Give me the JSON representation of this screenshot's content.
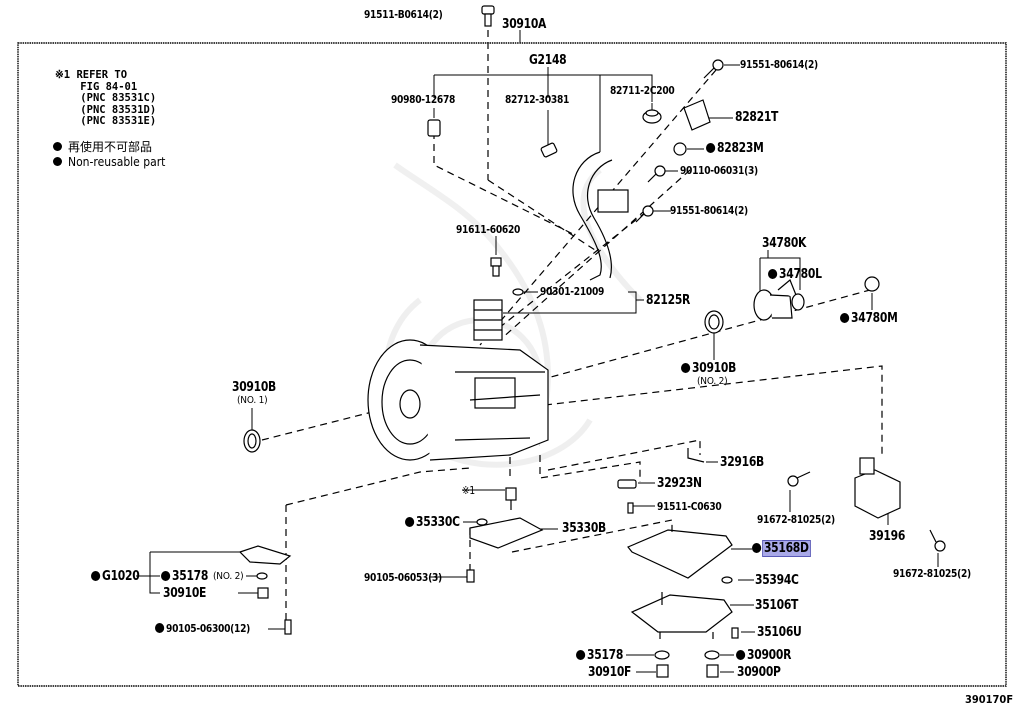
{
  "diagram": {
    "figure_id": "390170F",
    "highlight_color": "#a9a9e8",
    "note": {
      "marker": "※1",
      "lines": [
        "REFER TO",
        "FIG 84-01",
        "(PNC 83531C)",
        "(PNC 83531D)",
        "(PNC 83531E)"
      ]
    },
    "legend": {
      "items": [
        {
          "icon": "filled-circle",
          "text": "再使用不可部品"
        },
        {
          "icon": "filled-circle",
          "text": "Non-reusable part"
        }
      ]
    },
    "parts": {
      "p91511_B0614": {
        "label": "91511-B0614(2)",
        "non_reusable": false
      },
      "p30910A": {
        "label": "30910A",
        "non_reusable": false
      },
      "pG2148": {
        "label": "G2148",
        "non_reusable": false
      },
      "p90980_12678": {
        "label": "90980-12678",
        "non_reusable": false
      },
      "p82712_30381": {
        "label": "82712-30381",
        "non_reusable": false
      },
      "p82711_2C200": {
        "label": "82711-2C200",
        "non_reusable": false
      },
      "p91551_80614_a": {
        "label": "91551-80614(2)",
        "non_reusable": false
      },
      "p82821T": {
        "label": "82821T",
        "non_reusable": false
      },
      "p82823M": {
        "label": "82823M",
        "non_reusable": true
      },
      "p90110_06031": {
        "label": "90110-06031(3)",
        "non_reusable": false
      },
      "p91551_80614_b": {
        "label": "91551-80614(2)",
        "non_reusable": false
      },
      "p91611_60620": {
        "label": "91611-60620",
        "non_reusable": false
      },
      "p90301_21009": {
        "label": "90301-21009",
        "non_reusable": false
      },
      "p82125R": {
        "label": "82125R",
        "non_reusable": false
      },
      "p34780K": {
        "label": "34780K",
        "non_reusable": false
      },
      "p34780L": {
        "label": "34780L",
        "non_reusable": true
      },
      "p34780M": {
        "label": "34780M",
        "non_reusable": true
      },
      "p30910B_2": {
        "label": "30910B",
        "sub": "(NO. 2)",
        "non_reusable": true
      },
      "p30910B_1": {
        "label": "30910B",
        "sub": "(NO. 1)",
        "non_reusable": false
      },
      "p32916B": {
        "label": "32916B",
        "non_reusable": false
      },
      "p32923N": {
        "label": "32923N",
        "non_reusable": false
      },
      "pRef1": {
        "label": "※1",
        "non_reusable": false
      },
      "p91511_C0630": {
        "label": "91511-C0630",
        "non_reusable": false
      },
      "p35330C": {
        "label": "35330C",
        "non_reusable": true
      },
      "p35330B": {
        "label": "35330B",
        "non_reusable": false
      },
      "p91672_81025_a": {
        "label": "91672-81025(2)",
        "non_reusable": false
      },
      "p39196": {
        "label": "39196",
        "non_reusable": false
      },
      "p35168D": {
        "label": "35168D",
        "non_reusable": true,
        "highlighted": true
      },
      "p91672_81025_b": {
        "label": "91672-81025(2)",
        "non_reusable": false
      },
      "pG1020": {
        "label": "G1020",
        "non_reusable": true
      },
      "p35178_2": {
        "label": "35178",
        "sub": "(NO. 2)",
        "non_reusable": true
      },
      "p30910E": {
        "label": "30910E",
        "non_reusable": false
      },
      "p90105_06053": {
        "label": "90105-06053(3)",
        "non_reusable": false
      },
      "p35394C": {
        "label": "35394C",
        "non_reusable": false
      },
      "p35106T": {
        "label": "35106T",
        "non_reusable": false
      },
      "p35106U": {
        "label": "35106U",
        "non_reusable": false
      },
      "p90105_06300": {
        "label": "90105-06300(12)",
        "non_reusable": true
      },
      "p35178": {
        "label": "35178",
        "non_reusable": true
      },
      "p30900R": {
        "label": "30900R",
        "non_reusable": true
      },
      "p30910F": {
        "label": "30910F",
        "non_reusable": false
      },
      "p30900P": {
        "label": "30900P",
        "non_reusable": false
      }
    }
  }
}
